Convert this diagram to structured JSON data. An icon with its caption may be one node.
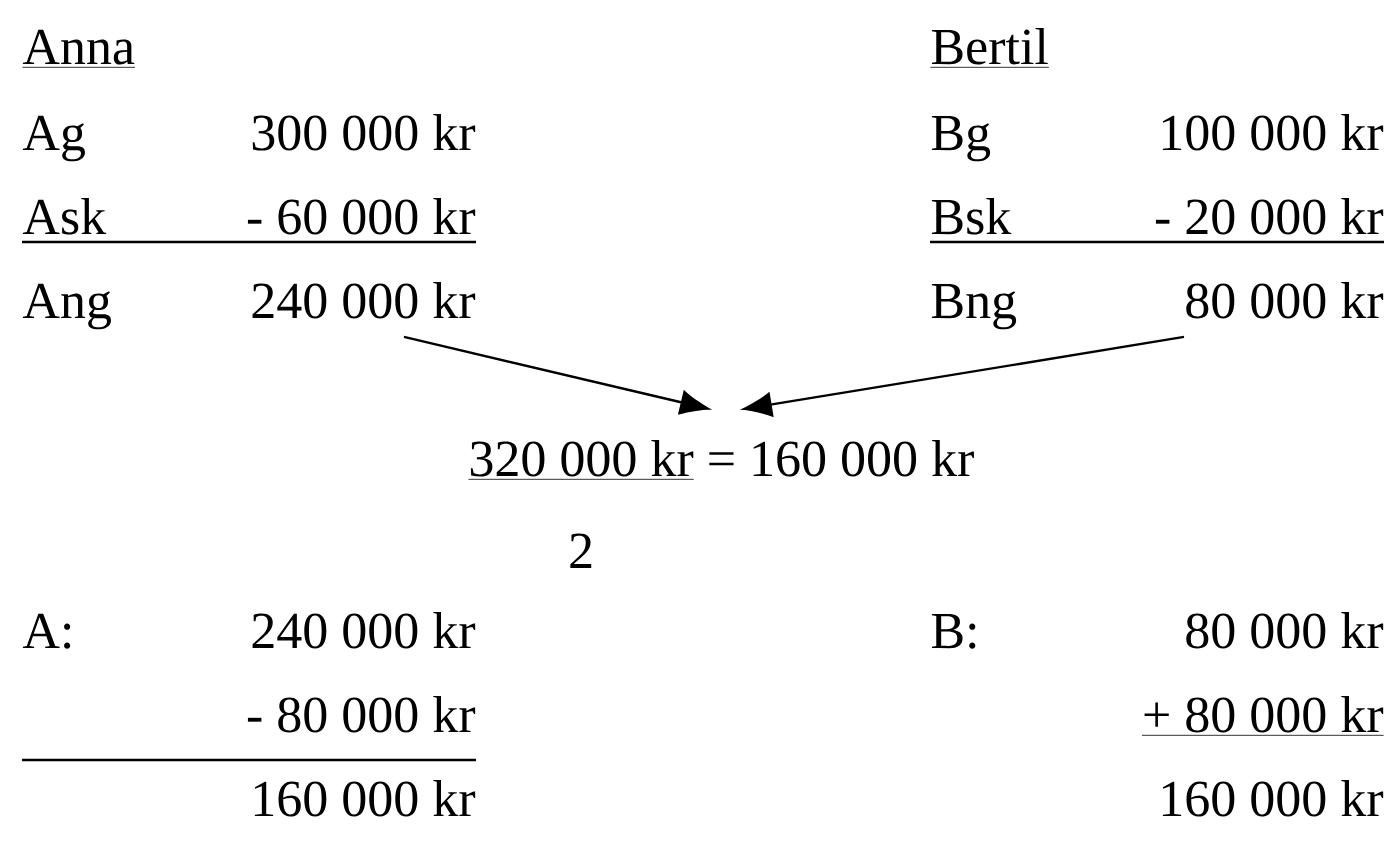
{
  "diagram": {
    "nodes": [
      {
        "text": [
          "240 000 kr"
        ]
      },
      {
        "text": [
          "80 000 kr"
        ]
      },
      {
        "text": [
          "320 000 kr",
          "= 160 000 kr",
          "2"
        ]
      }
    ],
    "edges": [
      {
        "from": 0,
        "to": 2,
        "arrow": "to"
      },
      {
        "from": 1,
        "to": 2,
        "arrow": "to"
      }
    ],
    "labels": [
      "Anna",
      "Bertil",
      "Ag",
      "300 000 kr",
      "Bg",
      "100 000 kr",
      "Ask",
      "- 60 000 kr",
      "Bsk",
      "- 20 000 kr",
      "Ang",
      "Bng",
      "A:",
      "240 000 kr",
      "B:",
      "80 000 kr",
      "- 80 000 kr",
      "+ 80 000 kr",
      "160 000 kr",
      "160 000 kr"
    ]
  }
}
